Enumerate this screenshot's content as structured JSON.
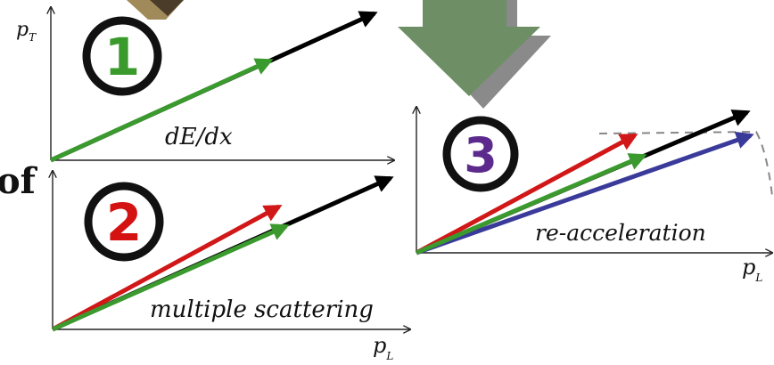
{
  "panels": [
    {
      "number": "1",
      "number_color": "#3a9a2b",
      "caption": "dE/dx"
    },
    {
      "number": "2",
      "number_color": "#d41212",
      "caption": "multiple scattering"
    },
    {
      "number": "3",
      "number_color": "#5b2a8c",
      "caption": "re-acceleration"
    }
  ],
  "axes": {
    "y_label": "p",
    "y_label_sub": "T",
    "x_label": "p",
    "x_label_sub": "L"
  },
  "edge_text": "of",
  "colors": {
    "green_arrow": "#3b9a2e",
    "red_arrow": "#d11717",
    "blue_arrow": "#3a3a9a",
    "black_arrow": "#000000",
    "big_arrow": "#6e8f65",
    "big_arrow_shadow": "#8a8a8a",
    "dashed": "#888888"
  }
}
